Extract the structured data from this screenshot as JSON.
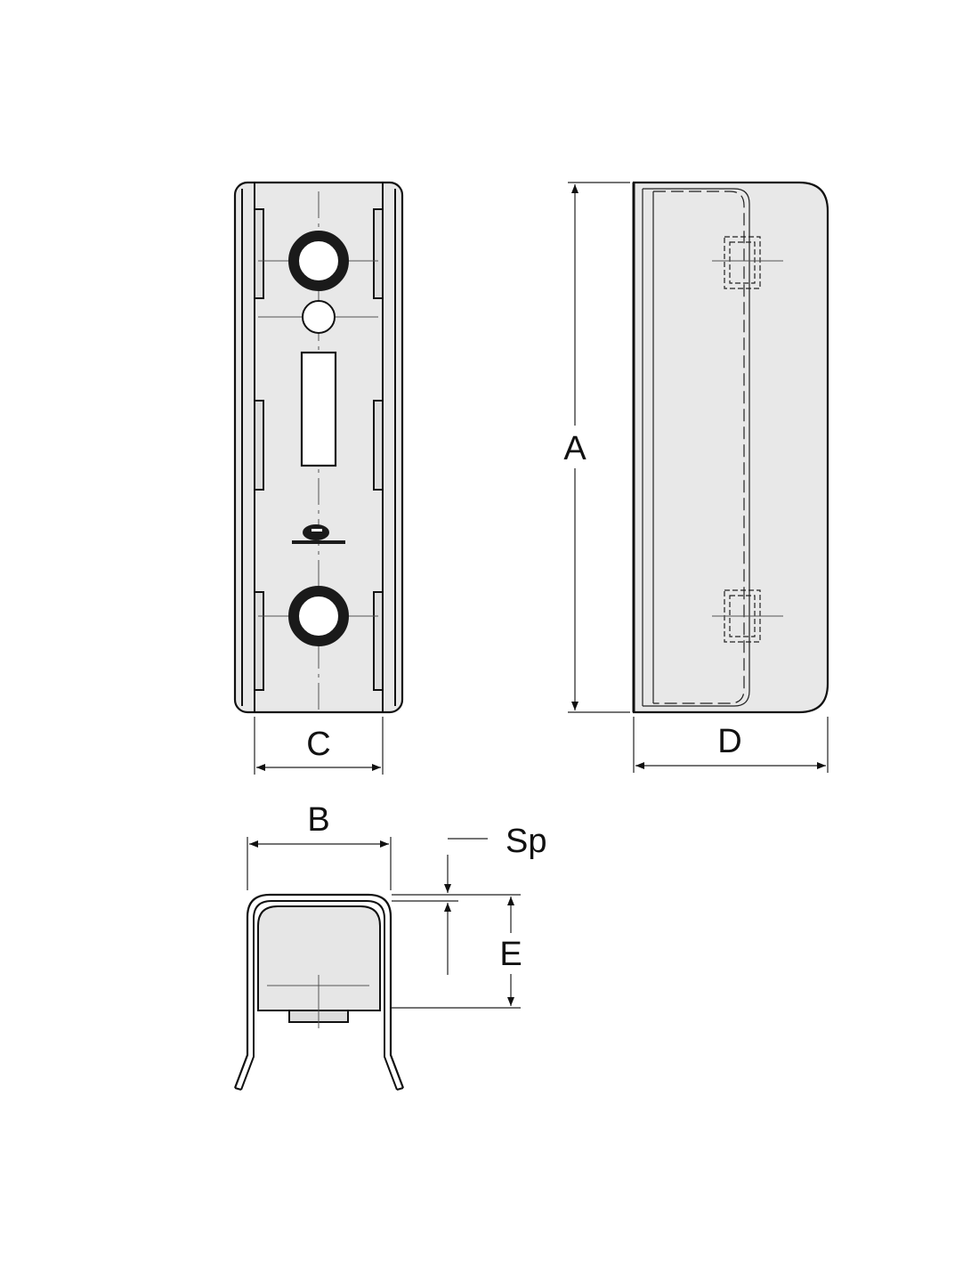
{
  "labels": {
    "a": "A",
    "b": "B",
    "c": "C",
    "d": "D",
    "e": "E",
    "sp": "Sp"
  },
  "colors": {
    "line": "#111111",
    "fill": "#e8e8e8",
    "hole": "#1a1a1a"
  }
}
